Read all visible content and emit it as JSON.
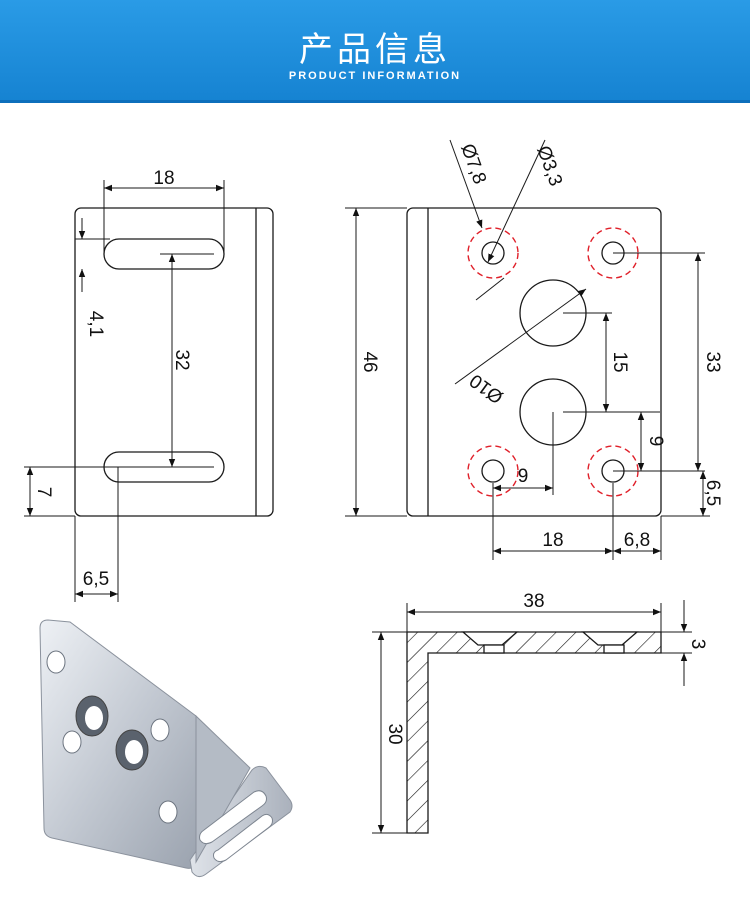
{
  "header": {
    "title": "产品信息",
    "subtitle": "PRODUCT INFORMATION"
  },
  "front_view": {
    "dim_width": "18",
    "dim_slot_offset": "4,1",
    "dim_slot_spacing": "32",
    "dim_bottom": "7",
    "dim_left": "6,5"
  },
  "side_view": {
    "dim_height": "46",
    "dim_small_hole": "Ø7,8",
    "dim_hole_3": "Ø3,3",
    "dim_big_hole": "Ø10",
    "dim_big_spacing": "15",
    "dim_hole_spacing": "33",
    "dim_offset_9_vertical": "9",
    "dim_offset_9_horizontal": "9",
    "dim_bottom_edge": "6,5",
    "dim_hole_distance": "18",
    "dim_right_edge": "6,8"
  },
  "section_view": {
    "dim_length": "38",
    "dim_thickness": "3",
    "dim_height": "30"
  },
  "colors": {
    "header": "#1683d2",
    "line": "#1a1a1a",
    "red_circle": "#e0202a",
    "photo_metal": "#c9ced6"
  }
}
